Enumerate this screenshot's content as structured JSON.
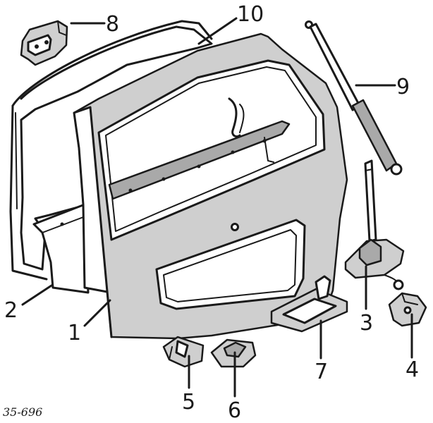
{
  "diagram": {
    "reference": "35-696",
    "callouts": [
      {
        "id": "1",
        "label": "1"
      },
      {
        "id": "2",
        "label": "2"
      },
      {
        "id": "3",
        "label": "3"
      },
      {
        "id": "4",
        "label": "4"
      },
      {
        "id": "5",
        "label": "5"
      },
      {
        "id": "6",
        "label": "6"
      },
      {
        "id": "7",
        "label": "7"
      },
      {
        "id": "8",
        "label": "8"
      },
      {
        "id": "9",
        "label": "9"
      },
      {
        "id": "10",
        "label": "10"
      }
    ],
    "colors": {
      "line": "#1a1a1a",
      "shade": "#cfcfcf",
      "shade_dark": "#a9a9a9",
      "background": "#ffffff"
    }
  }
}
